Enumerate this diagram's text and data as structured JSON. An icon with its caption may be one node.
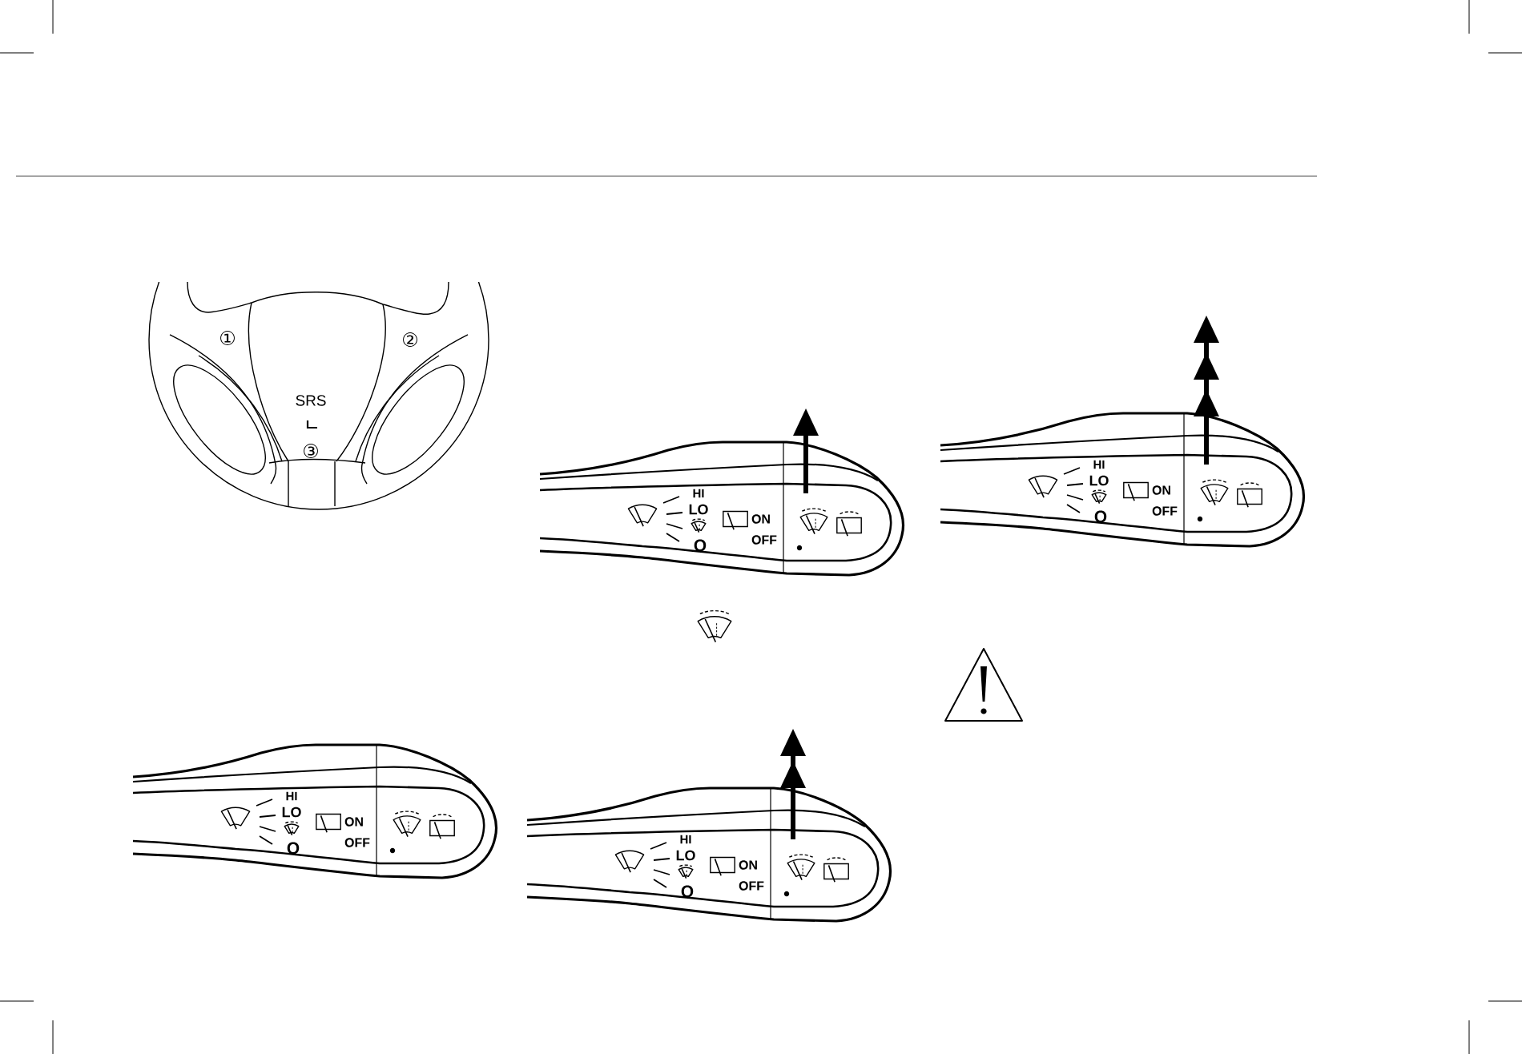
{
  "diagram": {
    "labels": [
      "①",
      "②",
      "SRS",
      "③",
      "HI",
      "LO",
      "O",
      "ON",
      "OFF",
      "HI",
      "LO",
      "O",
      "ON",
      "OFF",
      "HI",
      "LO",
      "O",
      "ON",
      "OFF",
      "HI",
      "LO",
      "O",
      "ON",
      "OFF"
    ]
  }
}
